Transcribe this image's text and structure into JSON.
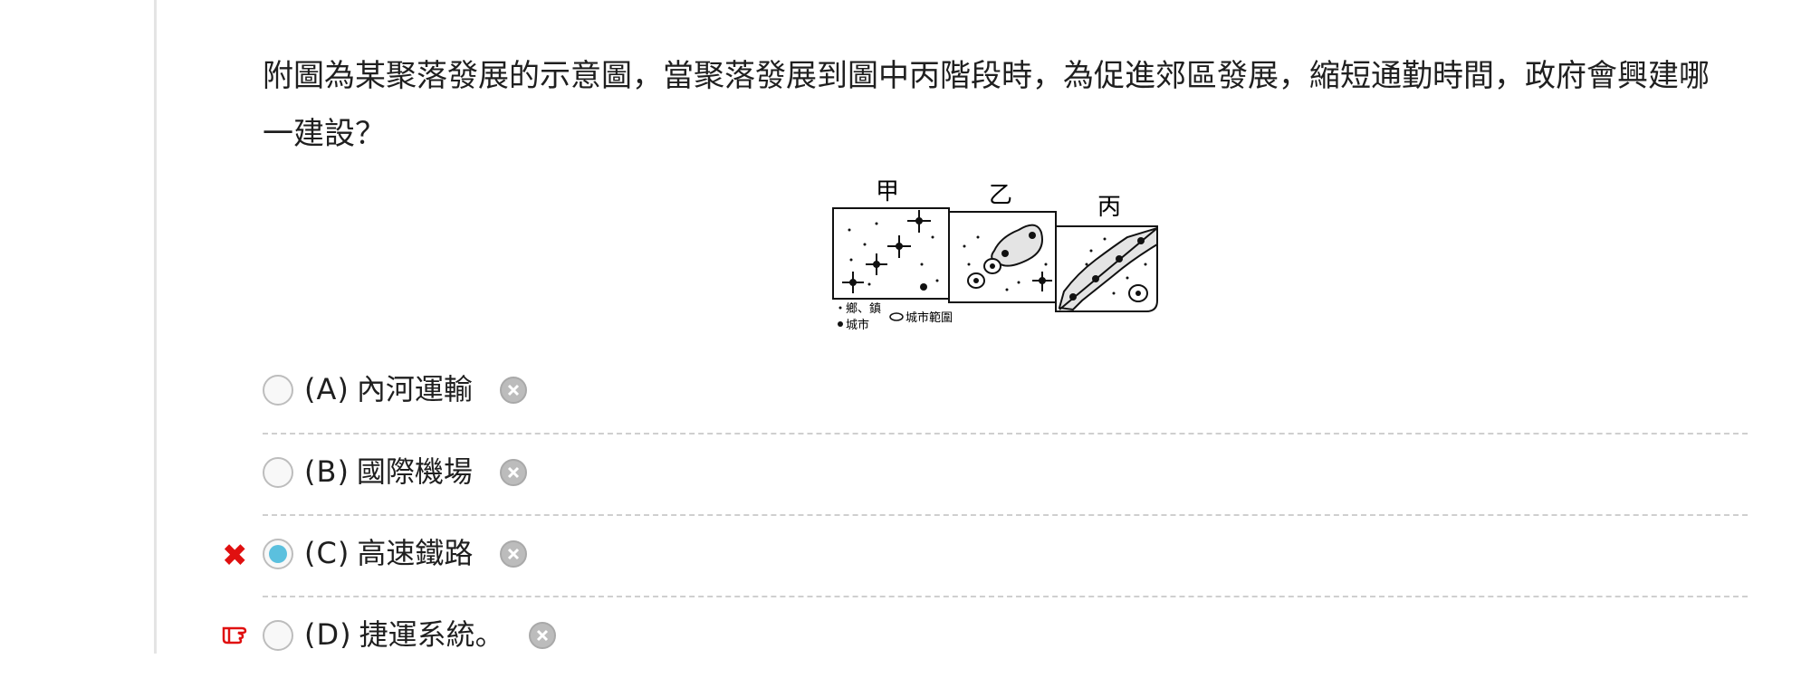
{
  "question": {
    "text": "附圖為某聚落發展的示意圖，當聚落發展到圖中丙階段時，為促進郊區發展，縮短通勤時間，政府會興建哪一建設？"
  },
  "figure": {
    "stage_labels": [
      "甲",
      "乙",
      "丙"
    ],
    "legend": {
      "town": "鄉、鎮",
      "city": "城市",
      "city_range": "城市範圍"
    }
  },
  "options": [
    {
      "letter": "(A)",
      "text": "內河運輸",
      "selected": false
    },
    {
      "letter": "(B)",
      "text": "國際機場",
      "selected": false
    },
    {
      "letter": "(C)",
      "text": "高速鐵路",
      "selected": true
    },
    {
      "letter": "(D)",
      "text": "捷運系統。",
      "selected": false
    }
  ],
  "marks": {
    "wrong_icon": "cross-mark-icon",
    "correct_icon": "pointing-hand-icon",
    "wrong_color": "#e01010",
    "correct_color": "#e01010",
    "selected_color": "#5bc0de"
  }
}
